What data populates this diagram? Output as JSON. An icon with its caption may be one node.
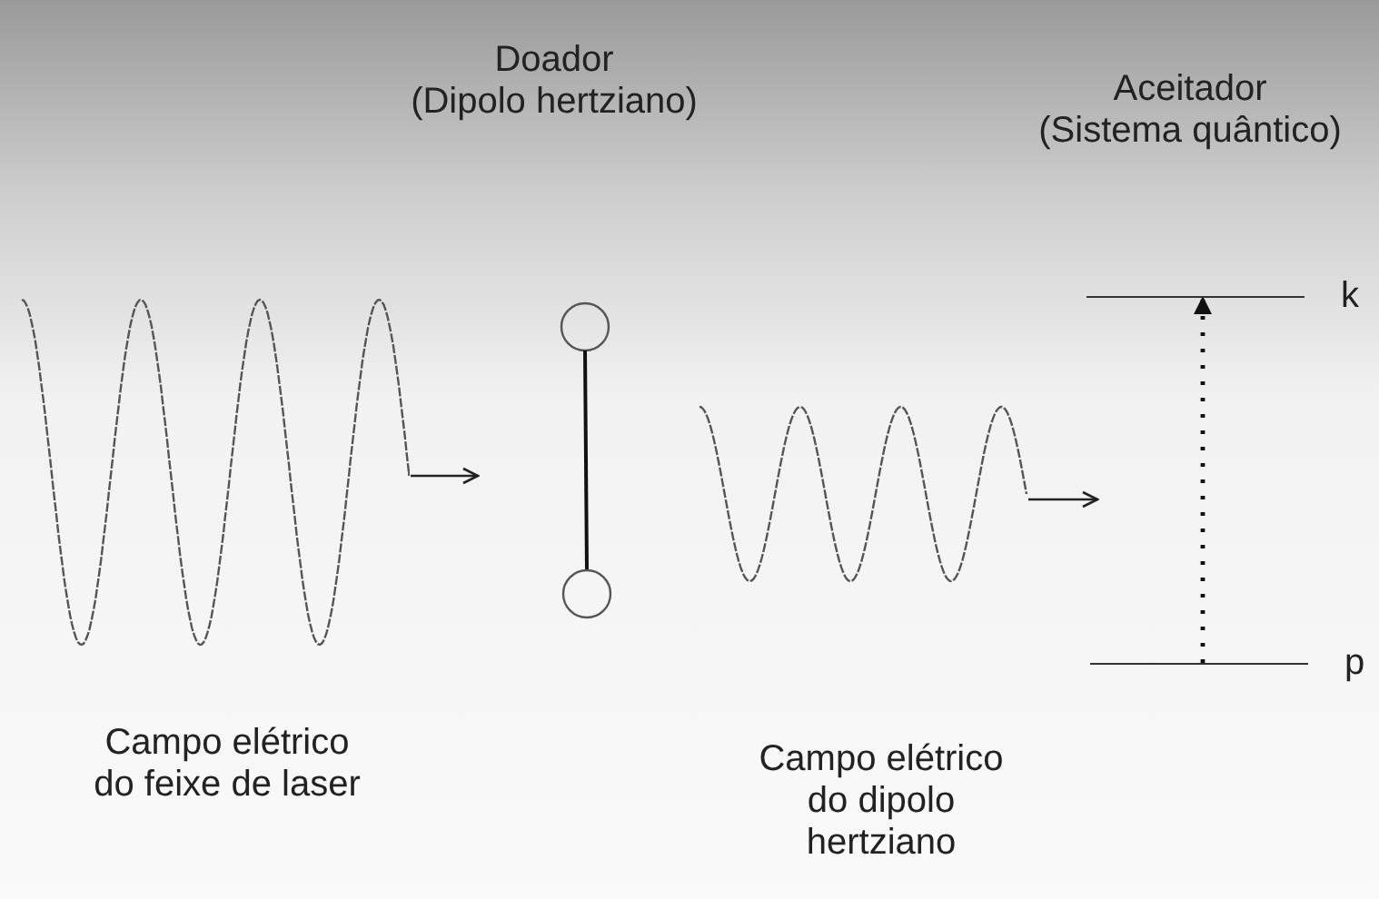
{
  "diagram": {
    "nodes": [
      {
        "text": [],
        "shape": "bar",
        "beside": [
          "k"
        ]
      },
      {
        "text": [],
        "shape": "bar",
        "beside": [
          "p"
        ]
      }
    ],
    "edges": [
      {
        "from": 1,
        "to": 0,
        "arrow": "to",
        "style": "dashed"
      }
    ],
    "labels": [
      "Doador (Dipolo hertziano)",
      "Aceitador (Sistema quântico)",
      "Campo elétrico do feixe de laser",
      "Campo elétrico do dipolo hertziano"
    ]
  }
}
